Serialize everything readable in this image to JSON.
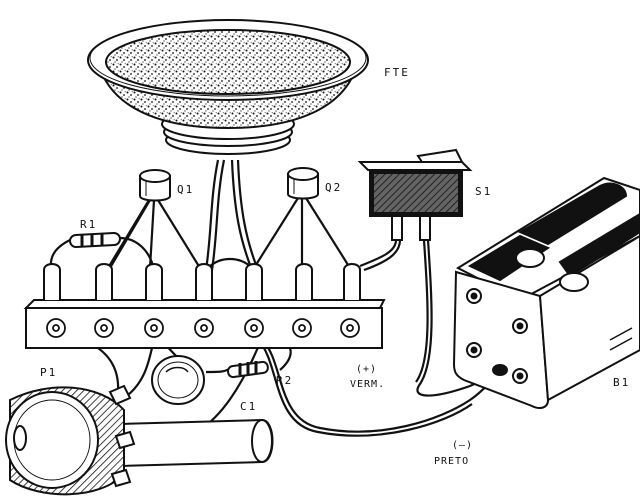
{
  "labels": {
    "speaker": "FTE",
    "transistor_1": "Q1",
    "transistor_2": "Q2",
    "resistor_1": "R1",
    "resistor_2": "R2",
    "switch": "S1",
    "potentiometer": "P1",
    "capacitor": "C1",
    "battery": "B1",
    "positive_sign": "(+)",
    "positive_color": "VERM.",
    "negative_sign": "(–)",
    "negative_color": "PRETO"
  },
  "colors": {
    "ink": "#111111",
    "paper": "#ffffff"
  }
}
